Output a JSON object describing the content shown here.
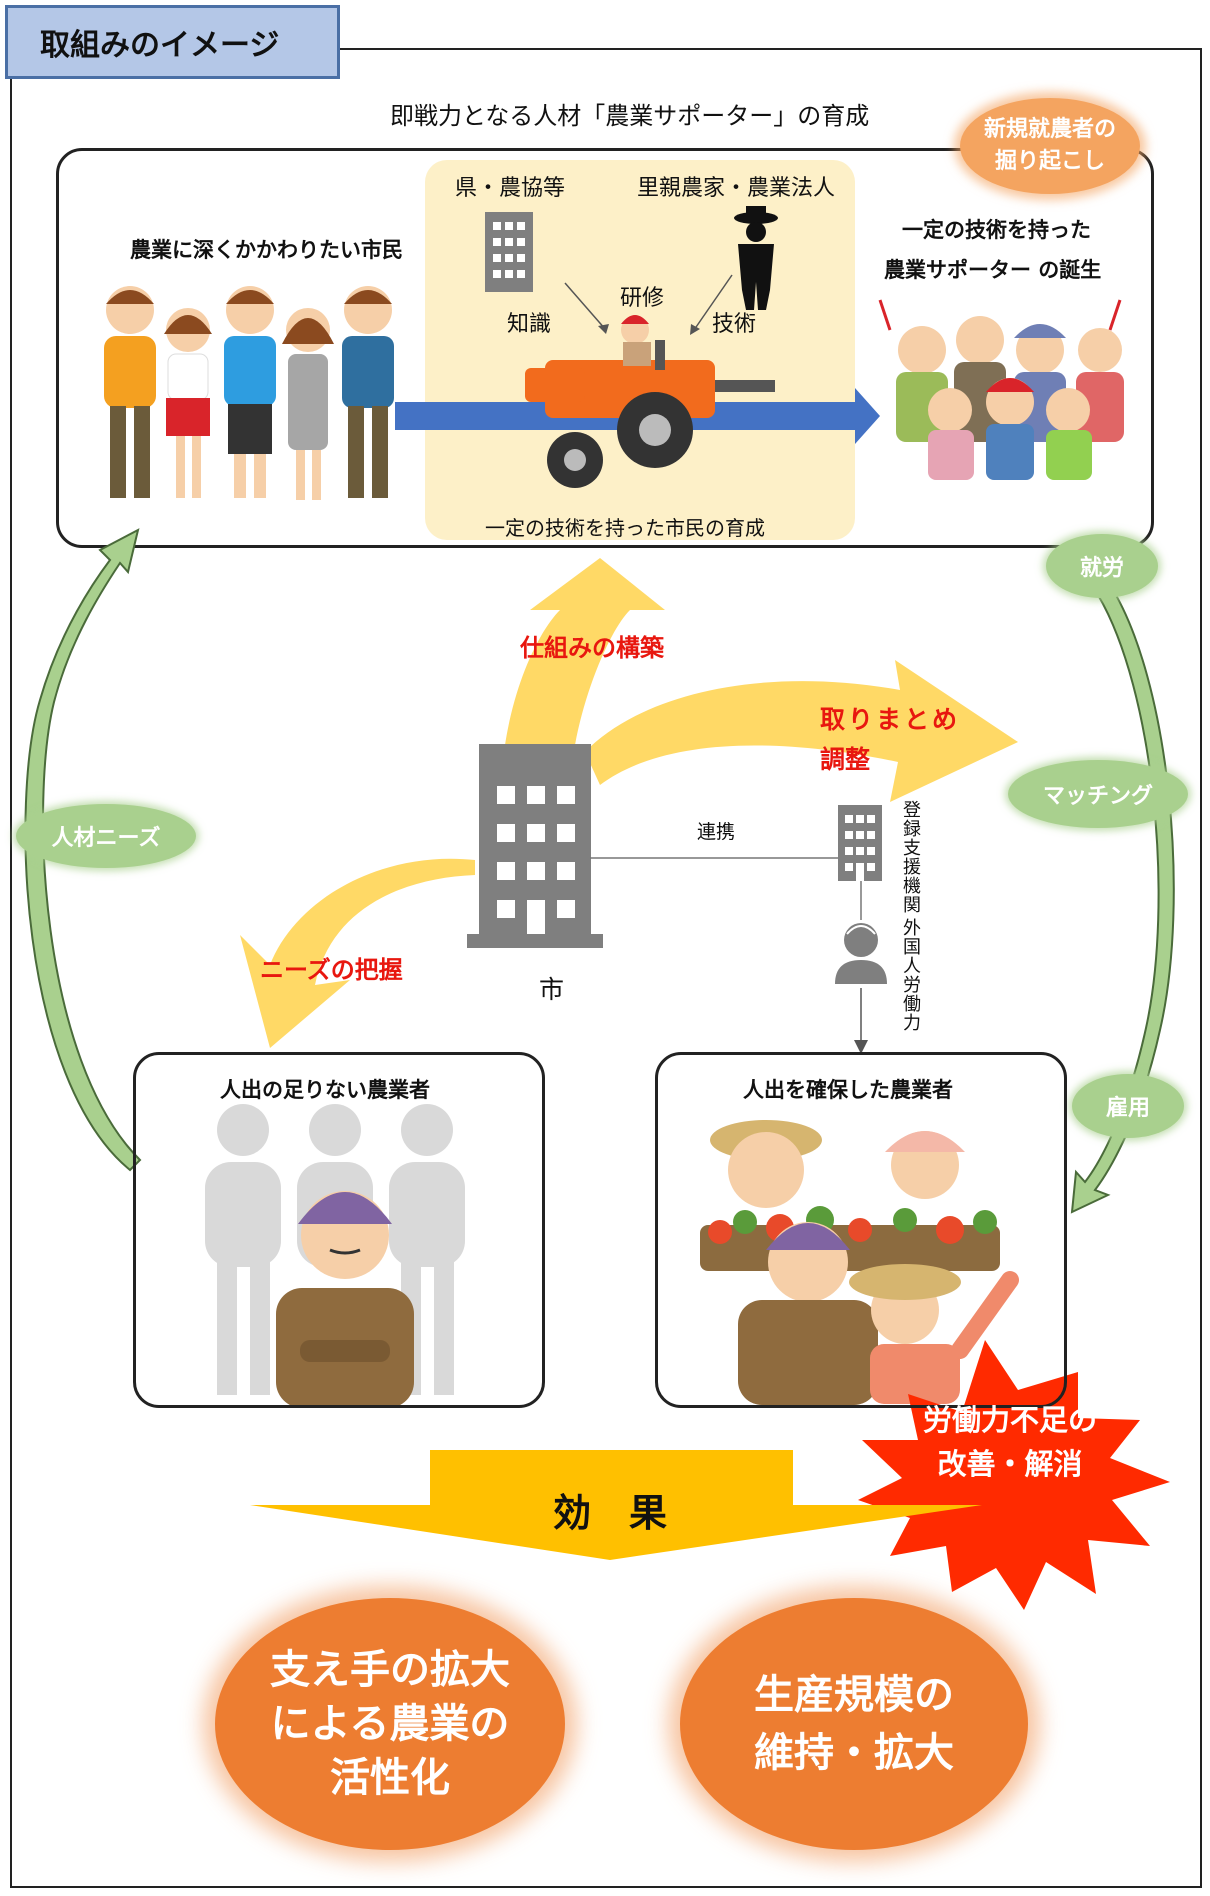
{
  "header": {
    "title": "取組みのイメージ"
  },
  "top": {
    "caption": "即戦力となる人材「農業サポーター」の育成",
    "badge": [
      "新規就農者の",
      "掘り起こし"
    ],
    "citizens_label": "農業に深くかかわりたい市民",
    "pref_label": "県・農協等",
    "foster_label": "里親農家・農業法人",
    "knowledge": "知識",
    "training": "研修",
    "technique": "技術",
    "center_caption": "一定の技術を持った市民の育成",
    "supporter_label": [
      "一定の技術を持った",
      "農業サポーター の誕生"
    ]
  },
  "middle": {
    "build": "仕組みの構築",
    "coord": [
      "取りまとめ",
      "調整"
    ],
    "needs_grasp": "ニーズの把握",
    "city": "市",
    "cooperation": "連携",
    "support_org": "登録支援機関",
    "foreign": "外国人労働力"
  },
  "ovals": {
    "jinzai": "人材ニーズ",
    "shuro": "就労",
    "matching": "マッチング",
    "koyo": "雇用"
  },
  "farmers": {
    "short_label": "人出の足りない農業者",
    "secured_label": "人出を確保した農業者"
  },
  "burst": [
    "労働力不足の",
    "改善・解消"
  ],
  "effect": {
    "label": "効　果",
    "result1": [
      "支え手の拡大",
      "による農業の",
      "活性化"
    ],
    "result2": [
      "生産規模の",
      "維持・拡大"
    ]
  },
  "colors": {
    "orange": "#ed7d31",
    "green": "#a9d08e",
    "yellow": "#ffd966",
    "blue": "#4472c4",
    "red": "#e8170f",
    "gold": "#ffc000",
    "tab": "#b4c7e7"
  }
}
